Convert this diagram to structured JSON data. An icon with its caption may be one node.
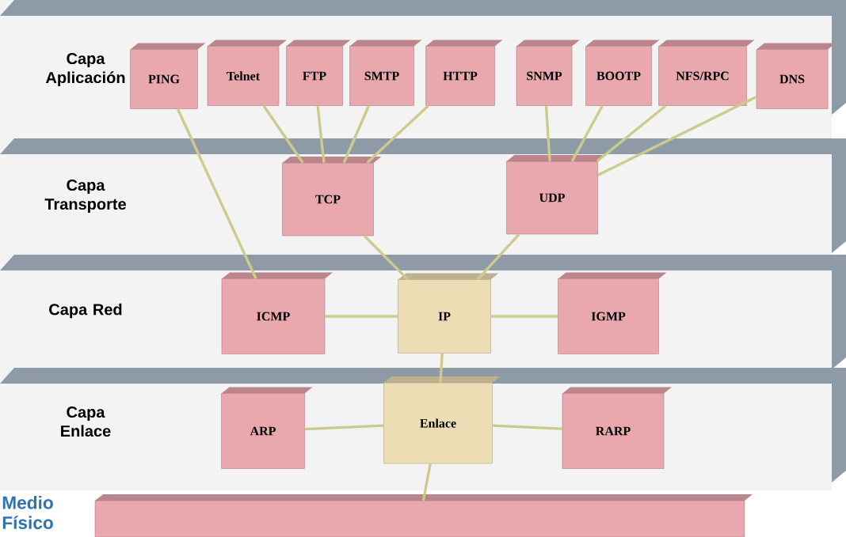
{
  "diagram": {
    "nodes": [
      {
        "text": [
          "PING"
        ]
      },
      {
        "text": [
          "Telnet"
        ]
      },
      {
        "text": [
          "FTP"
        ]
      },
      {
        "text": [
          "SMTP"
        ]
      },
      {
        "text": [
          "HTTP"
        ]
      },
      {
        "text": [
          "SNMP"
        ]
      },
      {
        "text": [
          "BOOTP"
        ]
      },
      {
        "text": [
          "NFS/RPC"
        ]
      },
      {
        "text": [
          "DNS"
        ]
      },
      {
        "text": [
          "TCP"
        ]
      },
      {
        "text": [
          "UDP"
        ]
      },
      {
        "text": [
          "ICMP"
        ]
      },
      {
        "text": [
          "IP"
        ]
      },
      {
        "text": [
          "IGMP"
        ]
      },
      {
        "text": [
          "ARP"
        ]
      },
      {
        "text": [
          "Enlace"
        ]
      },
      {
        "text": [
          "RARP"
        ]
      },
      {
        "text": [],
        "shape": "bar"
      }
    ],
    "edges": [
      {
        "from": 0,
        "to": 11,
        "arrow": "none"
      },
      {
        "from": 1,
        "to": 9,
        "arrow": "none"
      },
      {
        "from": 2,
        "to": 9,
        "arrow": "none"
      },
      {
        "from": 3,
        "to": 9,
        "arrow": "none"
      },
      {
        "from": 4,
        "to": 9,
        "arrow": "none"
      },
      {
        "from": 5,
        "to": 10,
        "arrow": "none"
      },
      {
        "from": 6,
        "to": 10,
        "arrow": "none"
      },
      {
        "from": 7,
        "to": 10,
        "arrow": "none"
      },
      {
        "from": 8,
        "to": 10,
        "arrow": "none"
      },
      {
        "from": 9,
        "to": 12,
        "arrow": "none"
      },
      {
        "from": 10,
        "to": 12,
        "arrow": "none"
      },
      {
        "from": 11,
        "to": 12,
        "arrow": "none"
      },
      {
        "from": 12,
        "to": 13,
        "arrow": "none"
      },
      {
        "from": 12,
        "to": 15,
        "arrow": "none"
      },
      {
        "from": 14,
        "to": 15,
        "arrow": "none"
      },
      {
        "from": 15,
        "to": 16,
        "arrow": "none"
      },
      {
        "from": 15,
        "to": 17,
        "arrow": "none"
      }
    ],
    "labels": [
      "Capa Aplicación",
      "Capa Transporte",
      "Capa Red",
      "Capa Enlace",
      "Medio Físico"
    ]
  }
}
